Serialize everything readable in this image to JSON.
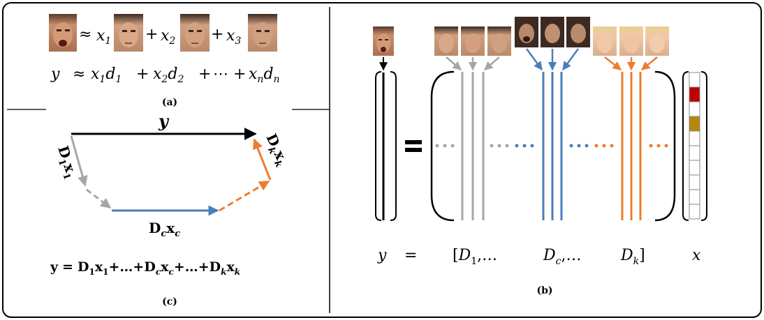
{
  "panel_a": {
    "eq1": {
      "approx": "≈",
      "terms": [
        {
          "coef": "x",
          "sub": "1"
        },
        {
          "coef": "x",
          "sub": "2"
        },
        {
          "coef": "x",
          "sub": "3"
        }
      ],
      "plus": "+"
    },
    "eq2": {
      "lhs": "y",
      "approx": "≈",
      "t1": {
        "x": "x",
        "xs": "1",
        "d": "d",
        "ds": "1"
      },
      "t2": {
        "x": "x",
        "xs": "2",
        "d": "d",
        "ds": "2"
      },
      "dots": "⋯",
      "tn": {
        "x": "x",
        "xs": "n",
        "d": "d",
        "ds": "n"
      },
      "plus": "+"
    },
    "label": "(a)"
  },
  "panel_c": {
    "y_label": "y",
    "d1x1": {
      "D": "D",
      "sub": "1",
      "x": "x",
      "xsub": "1"
    },
    "dcxc": {
      "D": "D",
      "sub": "c",
      "x": "x",
      "xsub": "c"
    },
    "dkxk": {
      "D": "D",
      "sub": "k",
      "x": "x",
      "xsub": "k"
    },
    "equation": {
      "y": "y",
      "eq": "=",
      "D": "D",
      "x": "x",
      "s1": "1",
      "sc": "c",
      "sk": "k",
      "plus_dots": "+…+"
    },
    "label": "(c)"
  },
  "panel_b": {
    "bottom": {
      "y": "y",
      "eq": "=",
      "open": "[",
      "D": "D",
      "s1": "1",
      "sc": "c",
      "sk": "k",
      "comma_dots": ",…",
      "close": "]",
      "x": "x"
    },
    "label": "(b)",
    "x_vector_colors": [
      "#ffffff",
      "#c00000",
      "#ffffff",
      "#b8860b",
      "#ffffff",
      "#ffffff",
      "#ffffff",
      "#ffffff",
      "#ffffff",
      "#ffffff"
    ]
  },
  "colors": {
    "gray": "#a6a6a6",
    "blue": "#4a7ebb",
    "orange": "#ed7d31",
    "black": "#000000"
  }
}
